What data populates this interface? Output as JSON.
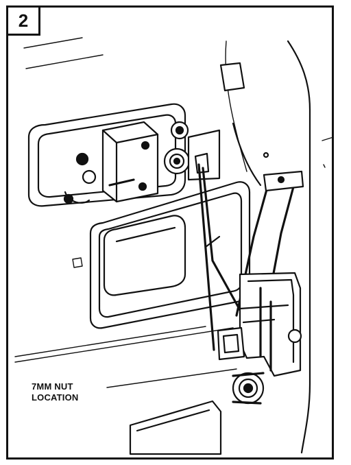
{
  "figure": {
    "step_number": "2",
    "callout": {
      "line1": "7MM NUT",
      "line2": "LOCATION"
    }
  }
}
